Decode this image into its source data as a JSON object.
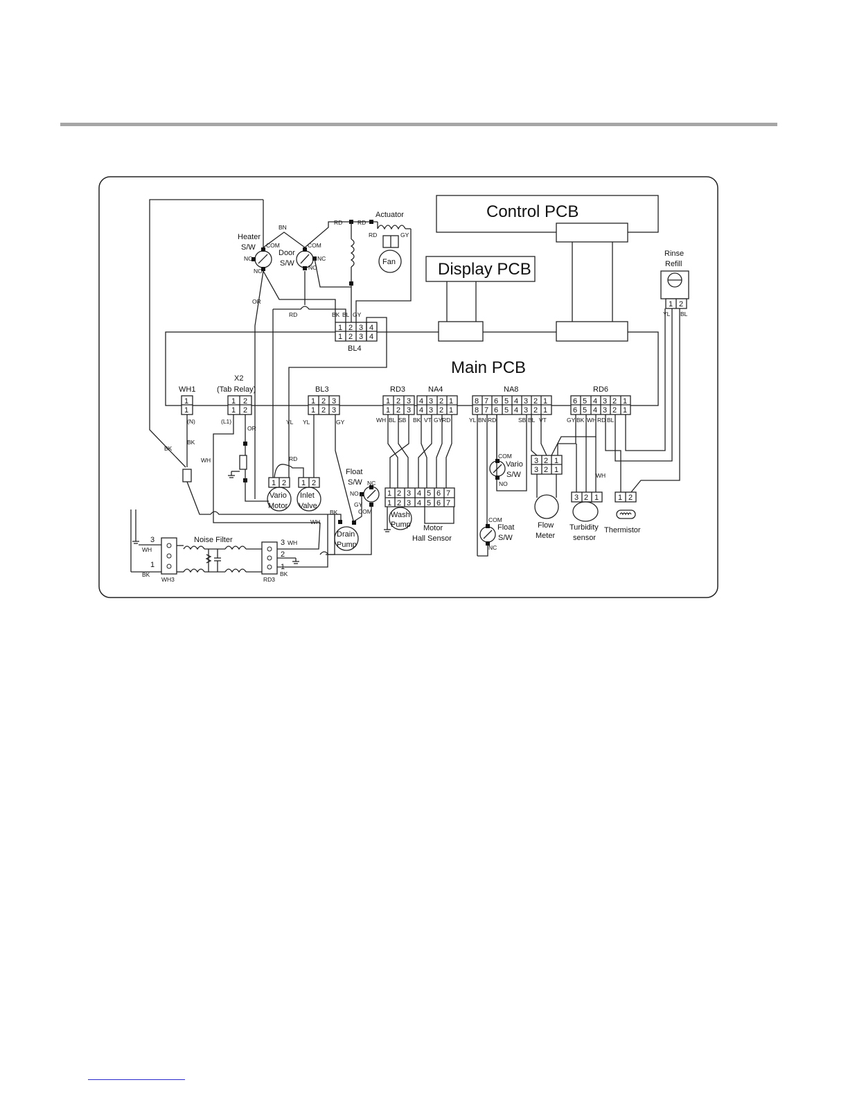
{
  "colors": {
    "rule": "#a6a6a6",
    "line": "#222222",
    "footer_rule": "#2a2acc"
  },
  "boards": {
    "control": "Control PCB",
    "display": "Display PCB",
    "main": "Main PCB"
  },
  "components": {
    "heater_sw": [
      "Heater",
      "S/W"
    ],
    "door_sw": [
      "Door",
      "S/W"
    ],
    "actuator": "Actuator",
    "fan": "Fan",
    "rinse_refill": [
      "Rinse",
      "Refill"
    ],
    "float_sw_top": [
      "Float",
      "S/W"
    ],
    "vario_motor": [
      "Vario",
      "Motor"
    ],
    "inlet_valve": [
      "Inlet",
      "Valve"
    ],
    "drain_pump": [
      "Drain",
      "Pump"
    ],
    "wash_pump": [
      "Wash",
      "Pump"
    ],
    "motor_hall": [
      "Motor",
      "Hall Sensor"
    ],
    "vario_sw": [
      "Vario",
      "S/W"
    ],
    "float_sw_bottom": [
      "Float",
      "S/W"
    ],
    "flow_meter": [
      "Flow",
      "Meter"
    ],
    "turbidity": [
      "Turbidity",
      "sensor"
    ],
    "thermistor": "Thermistor",
    "noise_filter": "Noise Filter"
  },
  "connectors": {
    "wh1": "WH1",
    "x2": [
      "X2",
      "(Tab Relay)"
    ],
    "bl3": "BL3",
    "rd3": "RD3",
    "na4": "NA4",
    "na8": "NA8",
    "rd6": "RD6",
    "bl4": "BL4",
    "wh3": "WH3",
    "rd3_power": "RD3"
  },
  "switch_terms": {
    "com": "COM",
    "nc": "NC",
    "no": "NO"
  },
  "wires": {
    "bn": "BN",
    "rd": "RD",
    "or": "OR",
    "bk": "BK",
    "bl": "BL",
    "gy": "GY",
    "yl": "YL",
    "wh": "WH",
    "sb": "SB",
    "vt": "VT",
    "n": "(N)",
    "l1": "(L1)"
  },
  "pins": {
    "one": "1",
    "two": "2",
    "three": "3",
    "four": "4",
    "five": "5",
    "six": "6",
    "seven": "7",
    "eight": "8"
  }
}
